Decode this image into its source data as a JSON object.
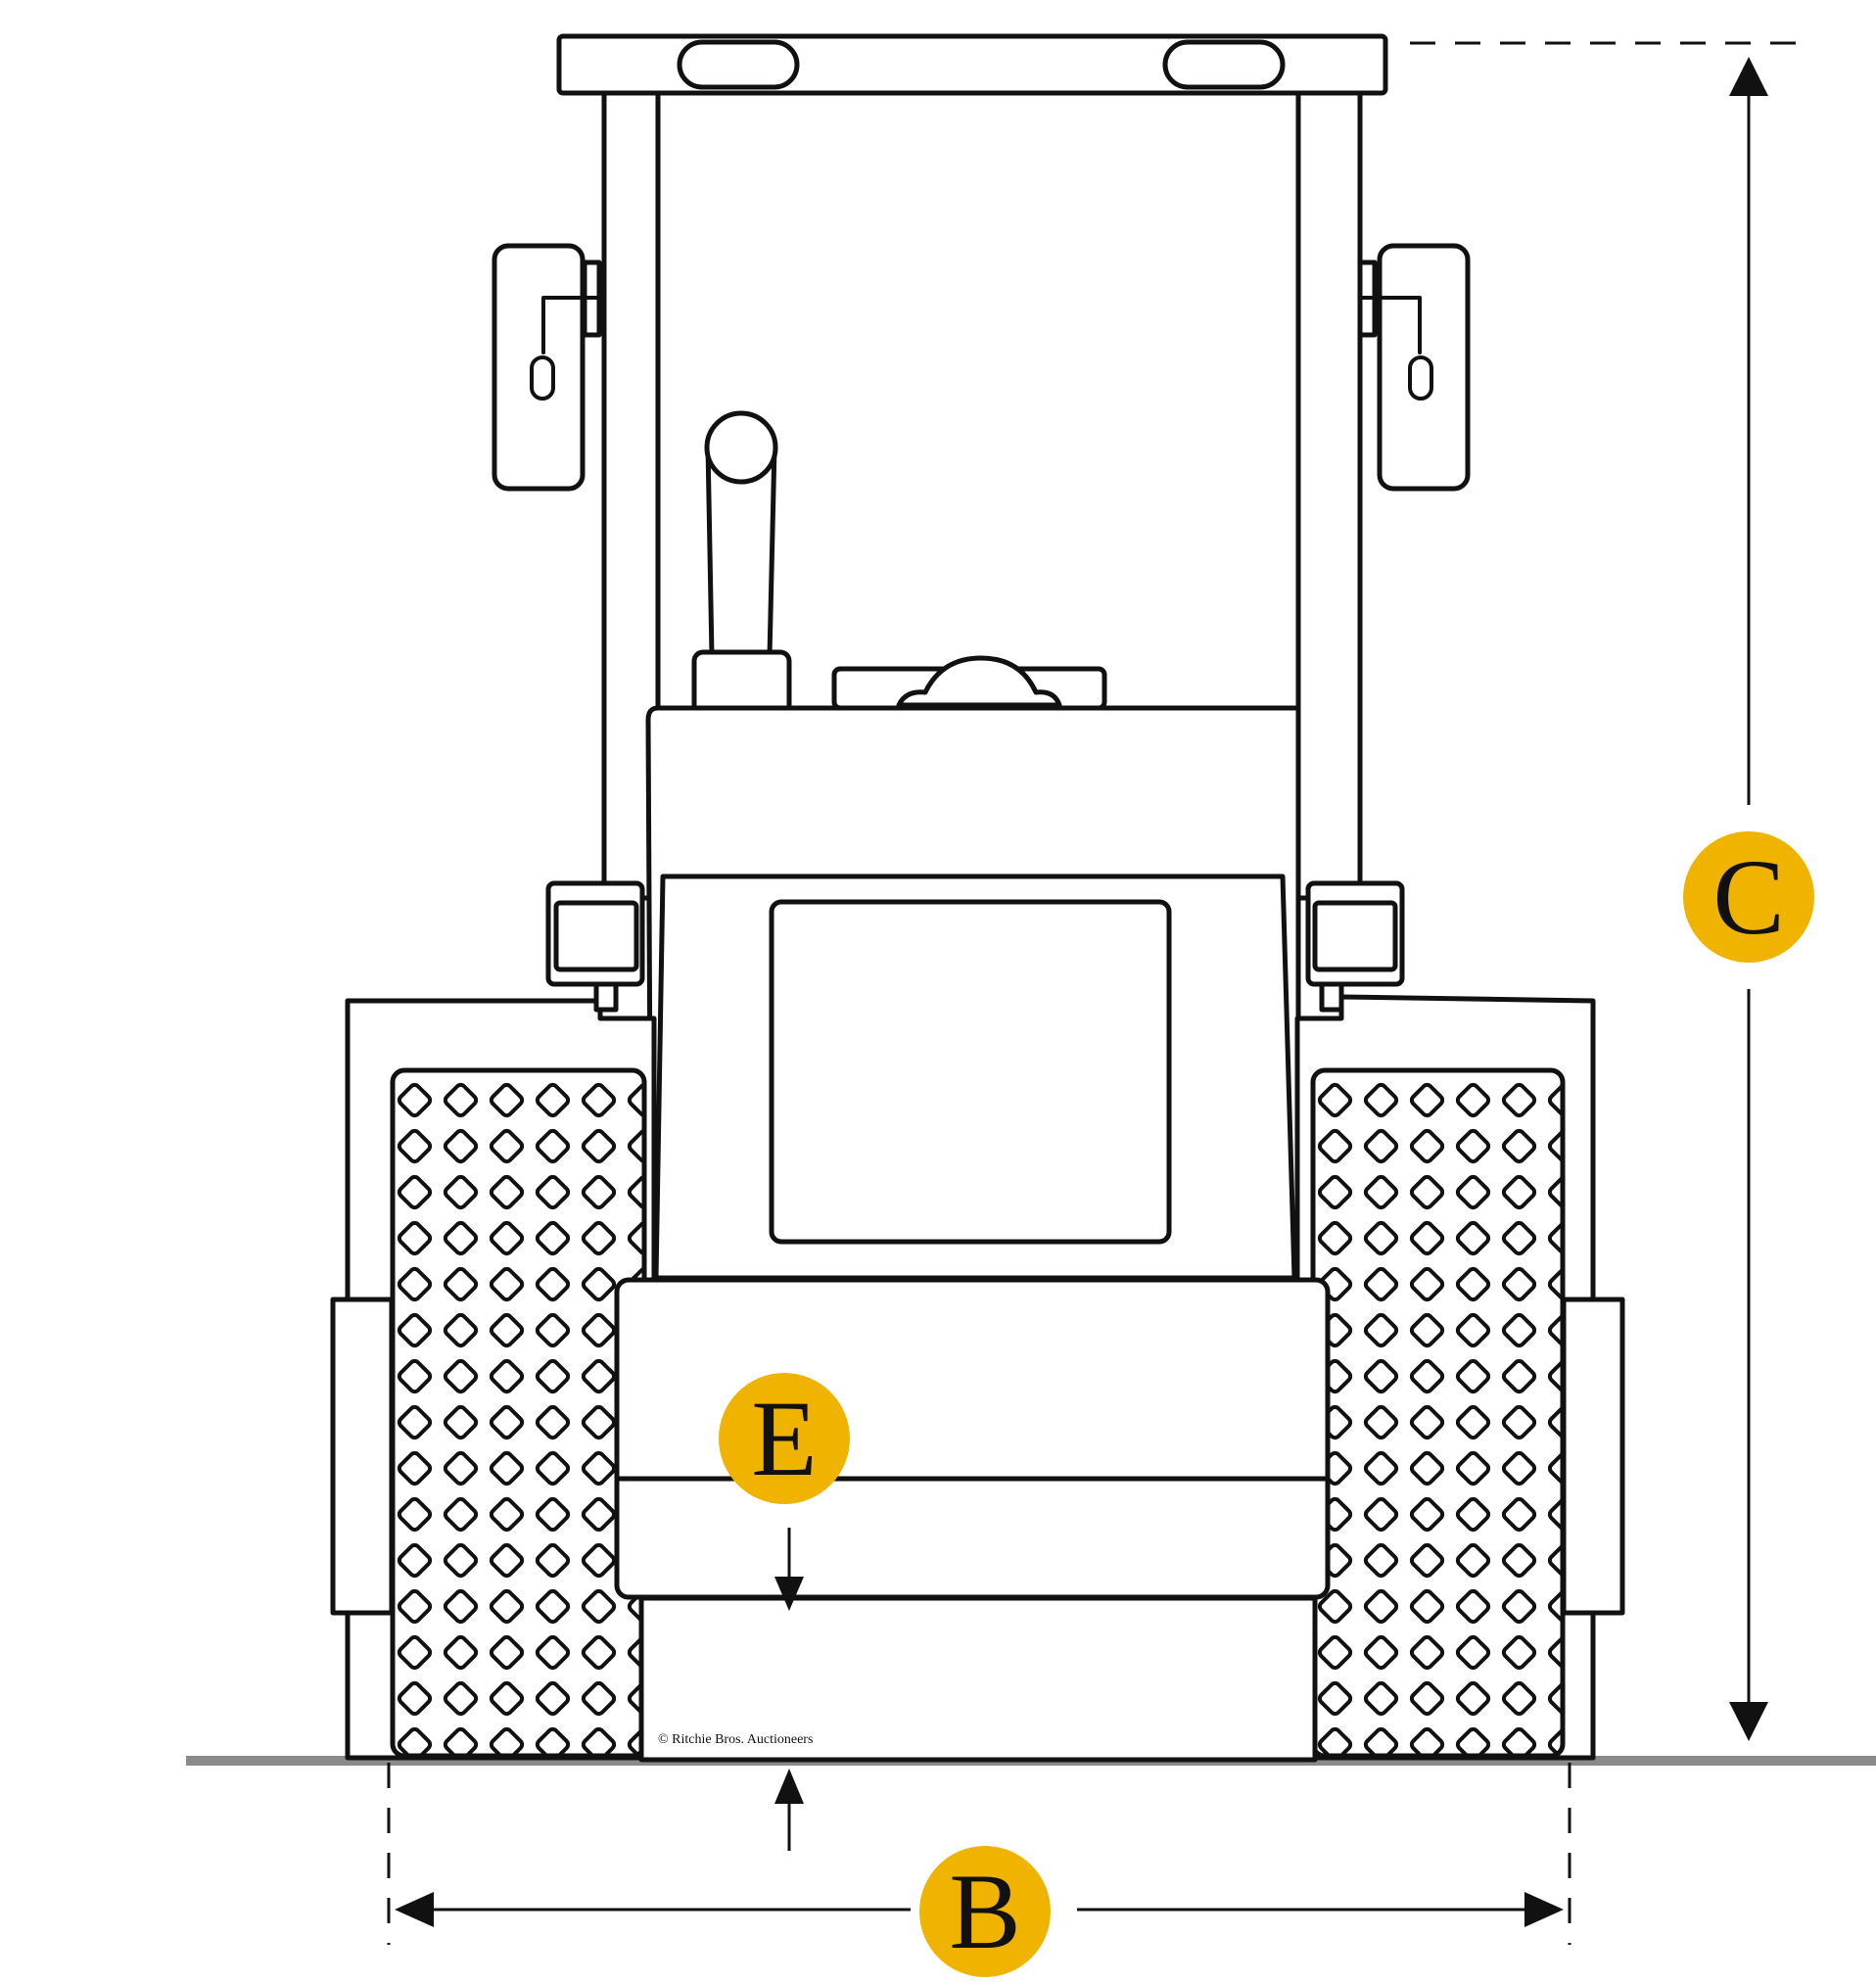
{
  "labels": {
    "height": "C",
    "width": "B",
    "ground_clearance": "E"
  },
  "copyright": "© Ritchie Bros. Auctioneers",
  "colors": {
    "badge": "#F0B400",
    "line": "#111111",
    "ground": "#8a8a8a",
    "background": "#ffffff"
  }
}
